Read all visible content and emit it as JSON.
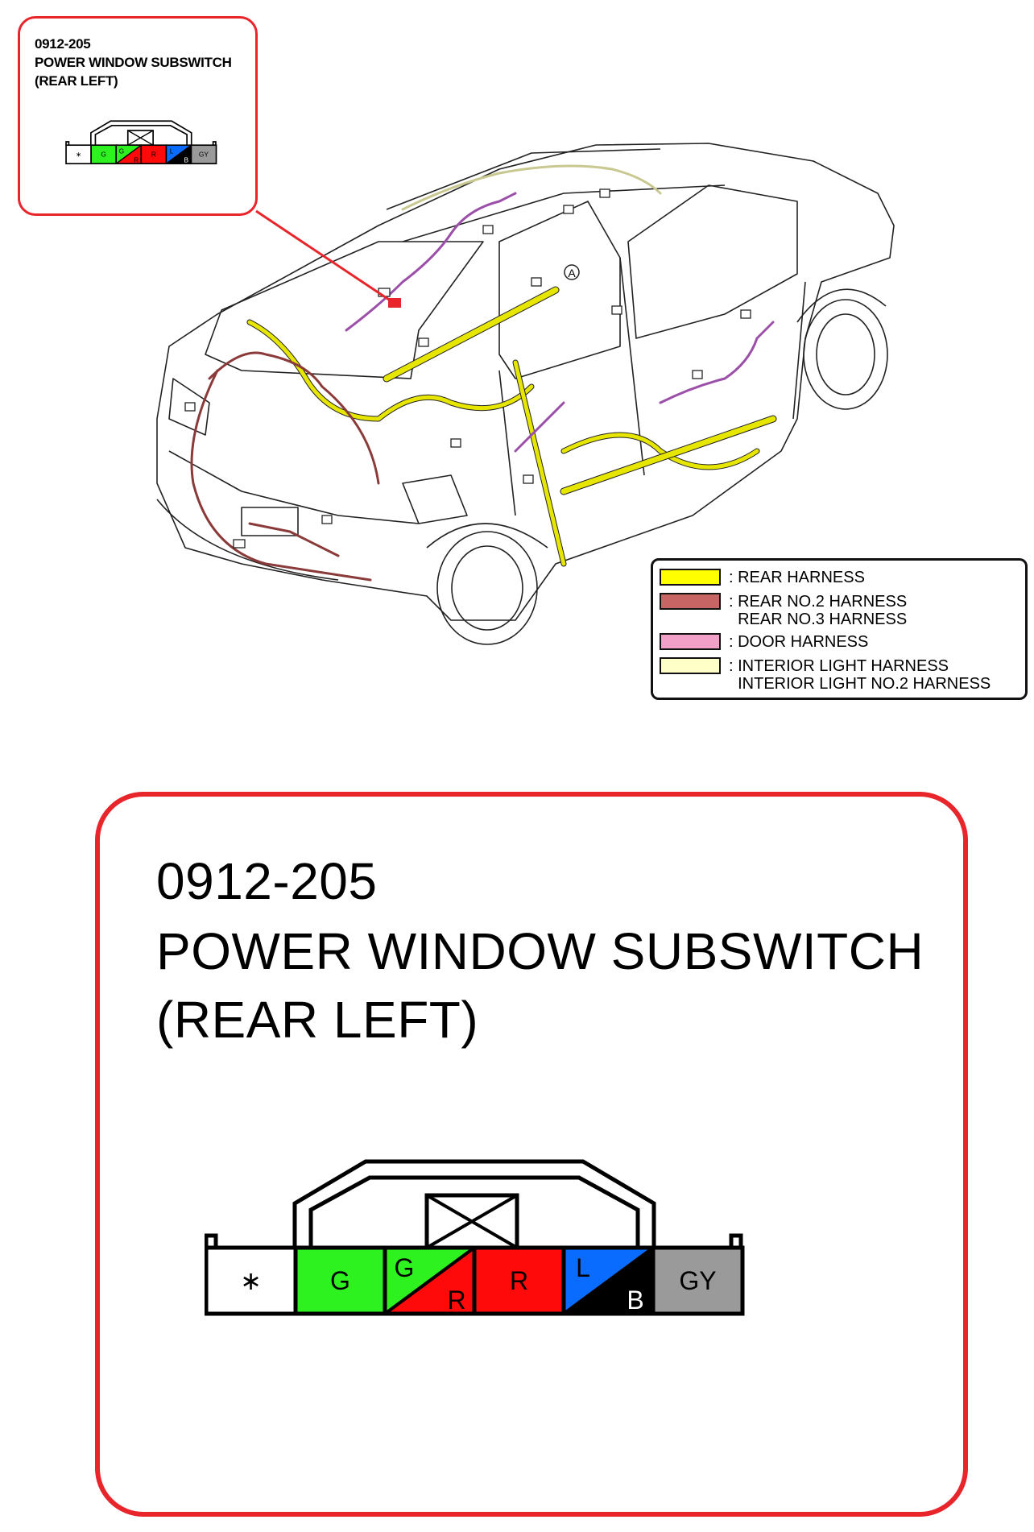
{
  "connector": {
    "code": "0912-205",
    "name": "POWER WINDOW SUBSWITCH",
    "position": "(REAR LEFT)"
  },
  "pins": [
    {
      "label": "∗",
      "fill": "#ffffff",
      "text_color": "#000000"
    },
    {
      "label": "G",
      "fill": "#2ef21f",
      "text_color": "#000000"
    },
    {
      "label": "G",
      "label2": "R",
      "fill": "#2ef21f",
      "fill2": "#ff0a0a",
      "text_color": "#000000"
    },
    {
      "label": "R",
      "fill": "#ff0a0a",
      "text_color": "#000000"
    },
    {
      "label": "L",
      "label2": "B",
      "fill": "#0a6cff",
      "fill2": "#000000",
      "text_color": "#000000",
      "text_color2": "#ffffff"
    },
    {
      "label": "GY",
      "fill": "#9a9a9a",
      "text_color": "#000000"
    }
  ],
  "car_marker": "A",
  "legend": [
    {
      "color": "#ffff00",
      "lines": [
        ": REAR HARNESS"
      ]
    },
    {
      "color": "#c76464",
      "lines": [
        ": REAR NO.2 HARNESS",
        "  REAR NO.3 HARNESS"
      ]
    },
    {
      "color": "#f2a0c8",
      "lines": [
        ": DOOR HARNESS"
      ]
    },
    {
      "color": "#ffffc8",
      "lines": [
        ": INTERIOR LIGHT HARNESS",
        "  INTERIOR LIGHT NO.2 HARNESS"
      ]
    }
  ],
  "colors": {
    "callout_border": "#e8252b",
    "rear_harness": "#e6e600",
    "rear_no2_harness": "#8b3a3a",
    "door_harness": "#9b4fa8",
    "interior_light_harness": "#dcdcb4"
  }
}
